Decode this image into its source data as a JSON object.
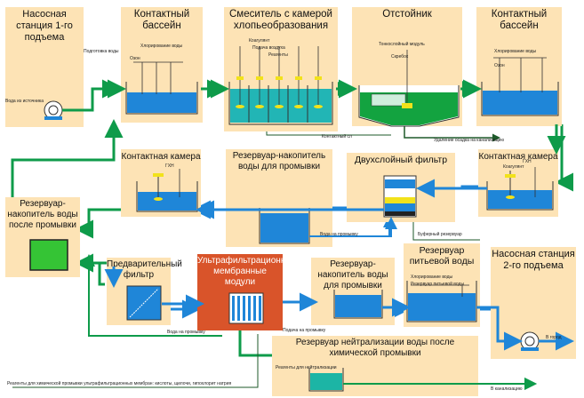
{
  "blocks": {
    "ns1": {
      "title": "Насосная станция 1-го подъема"
    },
    "kb1": {
      "title": "Контактный бассейн"
    },
    "mix": {
      "title": "Смеситель с камерой хлопьеобразования"
    },
    "ots": {
      "title": "Отстойник"
    },
    "kb2": {
      "title": "Контактный бассейн"
    },
    "kk1": {
      "title": "Контактная камера"
    },
    "rvp": {
      "title": "Резервуар-накопитель воды для промывки"
    },
    "dsf": {
      "title": "Двухслойный фильтр"
    },
    "kk2": {
      "title": "Контактная камера"
    },
    "rnp": {
      "title": "Резервуар-накопитель воды после промывки"
    },
    "pf": {
      "title": "Предварительный фильтр"
    },
    "umm": {
      "title": "Ультрафильтрационные мембранные модули"
    },
    "rvp2": {
      "title": "Резервуар-накопитель воды для промывки"
    },
    "rpv": {
      "title": "Резервуар питьевой воды"
    },
    "ns2": {
      "title": "Насосная станция 2-го подъема"
    },
    "rnt": {
      "title": "Резервуар нейтрализации воды после химической промывки"
    }
  },
  "small_labels": {
    "voda_iz_istochnika": "Вода из источника",
    "podgotovka_vody": "Подготовка воды",
    "kb1_a": "Хлорирование воды",
    "kb1_b": "Озон",
    "mix_a": "Коагулянт",
    "mix_b": "Подача воздуха",
    "mix_c": "Реагенты",
    "ots_a": "Тонкослойный модуль",
    "ots_b": "Скребок",
    "kb2_a": "Хлорирование воды",
    "kb2_b": "Озон",
    "kk1_a": "ГХН",
    "kk2_a": "Коагулянт",
    "kk2_b": "ГХН",
    "kontaktnyi_sl": "Контактный сл",
    "shlam": "Удаление осадка на канализацию",
    "voda_na_promyvku": "Вода на промывку",
    "bufer": "Буферный резервуар",
    "voda_na_promyvku2": "Вода на промывку",
    "podacha": "Подача на промывку",
    "rpv_a": "Хлорирование воды",
    "rpv_b": "Резервуар питьевой воды",
    "rnt_a": "Реагенты для нейтрализации",
    "vodoe": "В город",
    "kanal": "В канализацию",
    "bottom_note": "Реагенты для химической промывки ультрафильтрационных мембран: кислоты, щелочи, гипохлорит натрия"
  },
  "colors": {
    "block_bg": "#fde3b5",
    "block_hot": "#d9542a",
    "water": "#1f86d8",
    "arrow_green": "#0e9b4a",
    "arrow_blue": "#1f86d8",
    "dark_green": "#1e5a2a",
    "reagent": "#f2e21b"
  }
}
